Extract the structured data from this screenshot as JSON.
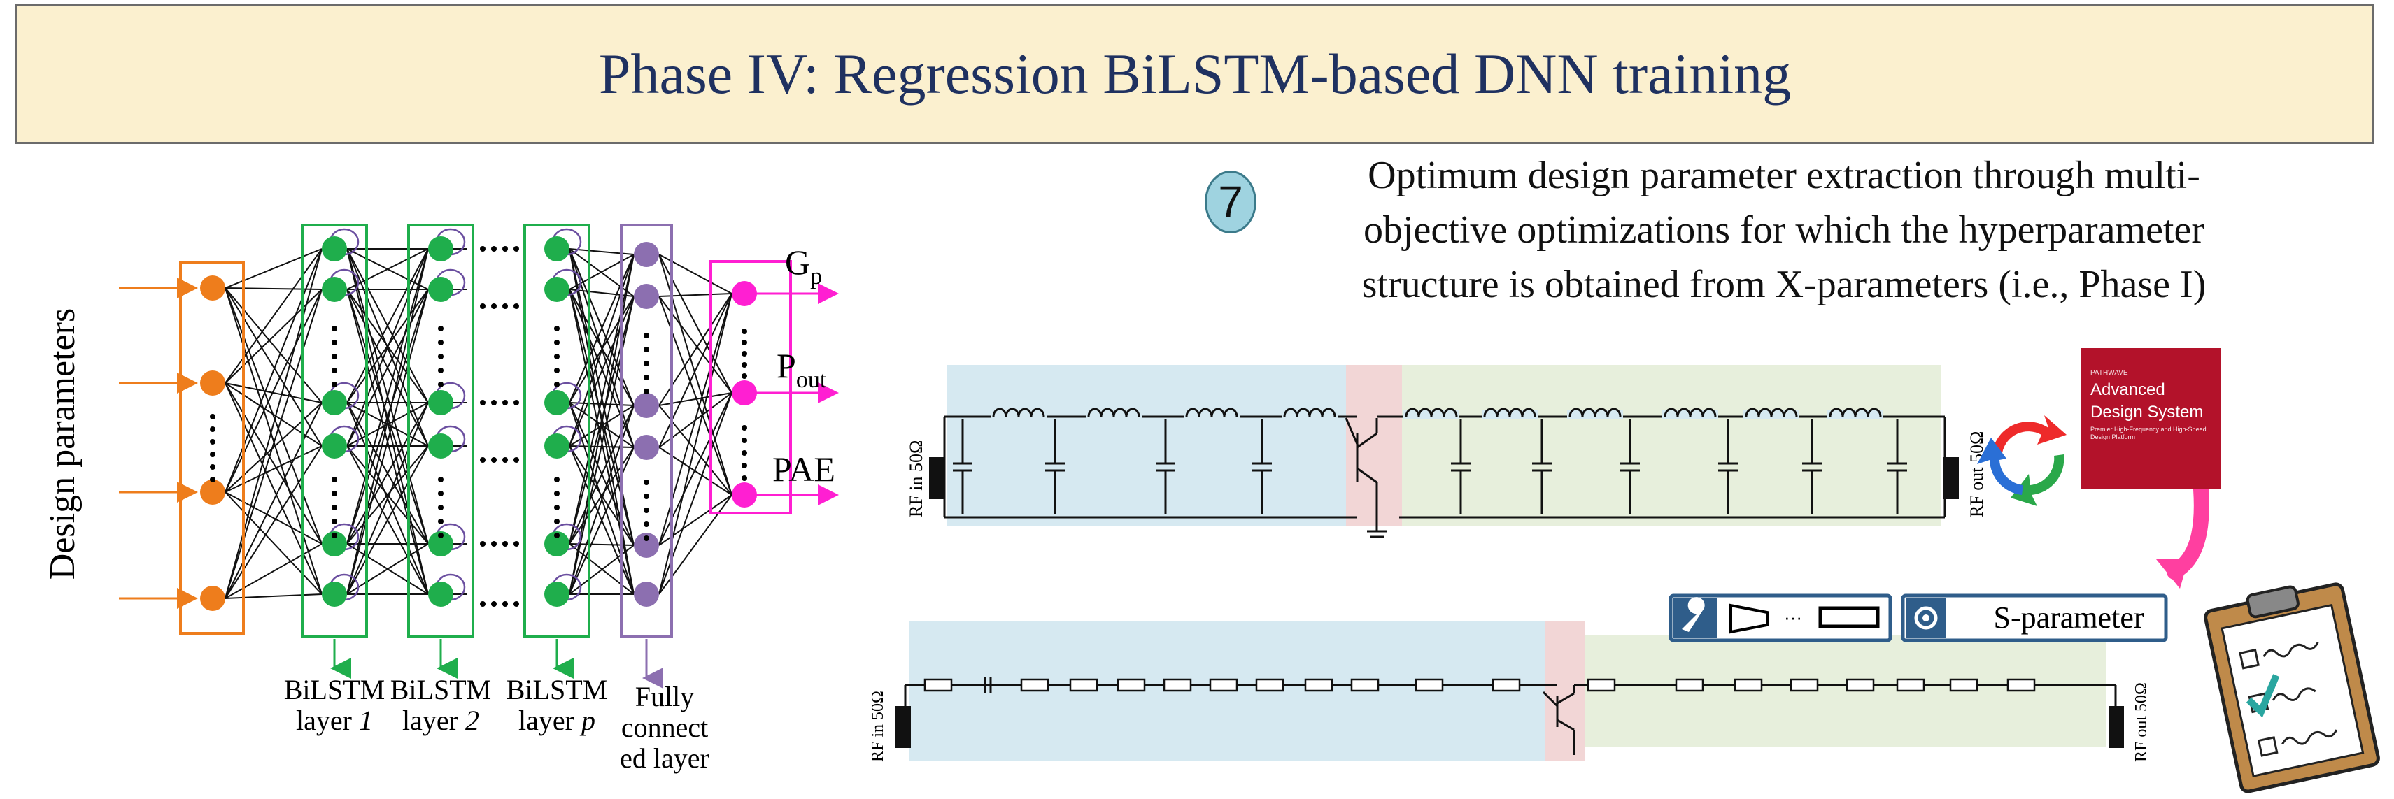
{
  "header": {
    "title": "Phase IV: Regression BiLSTM-based DNN training"
  },
  "step": {
    "number": "7",
    "text_lines": [
      "Optimum design parameter extraction through multi-",
      "objective optimizations for which the hyperparameter",
      "structure is obtained from X-parameters (i.e., Phase I)"
    ]
  },
  "network": {
    "input_label": "Design parameters",
    "outputs": [
      {
        "main": "G",
        "sub": "p"
      },
      {
        "main": "P",
        "sub": "out"
      },
      {
        "main": "PAE",
        "sub": ""
      }
    ],
    "layers": [
      {
        "line1": "BiLSTM",
        "line2": "layer ",
        "italic": "1"
      },
      {
        "line1": "BiLSTM",
        "line2": "layer ",
        "italic": "2"
      },
      {
        "line1": "BiLSTM",
        "line2": "layer ",
        "italic": "p"
      },
      {
        "line1": "Fully",
        "line2": "connect",
        "line3": "ed layer",
        "italic": ""
      }
    ]
  },
  "circuits": {
    "top": {
      "rf_in": "RF in 50Ω",
      "rf_out": "RF out 50Ω"
    },
    "bottom": {
      "rf_in": "RF in 50Ω",
      "rf_out": "RF out 50Ω"
    }
  },
  "ads": {
    "small": "PATHWAVE",
    "title_line1": "Advanced",
    "title_line2": "Design System",
    "subtitle": "Premier High-Frequency and High-Speed Design Platform"
  },
  "toolbar": {
    "ellipsis": "···",
    "sparam_label": "S-parameter"
  },
  "colors": {
    "banner_bg": "#fbf0cf",
    "title": "#1f3160",
    "input_node": "#ee7d1c",
    "bilstm_node": "#1fae4c",
    "fc_node": "#8c6fb0",
    "output_node": "#ff1fd2",
    "input_chain": "#58a8c9",
    "output_chain": "#a9c97f",
    "transistor_zone": "#e8a3a3",
    "arrow_pink": "#ff3fa0",
    "ads_red": "#b3122a"
  }
}
